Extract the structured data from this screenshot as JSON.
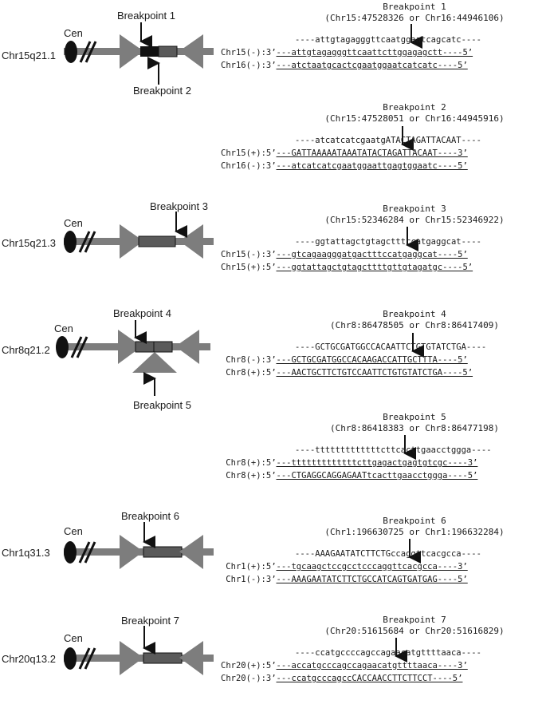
{
  "left_panels": [
    {
      "chromosome": "Chr15q21.1",
      "cen": "Cen",
      "labels": [
        "Breakpoint 1",
        "Breakpoint 2"
      ]
    },
    {
      "chromosome": "Chr15q21.3",
      "cen": "Cen",
      "labels": [
        "Breakpoint 3"
      ]
    },
    {
      "chromosome": "Chr8q21.2",
      "cen": "Cen",
      "labels": [
        "Breakpoint 4",
        "Breakpoint 5"
      ]
    },
    {
      "chromosome": "Chr1q31.3",
      "cen": "Cen",
      "labels": [
        "Breakpoint 6"
      ]
    },
    {
      "chromosome": "Chr20q13.2",
      "cen": "Cen",
      "labels": [
        "Breakpoint 7"
      ]
    }
  ],
  "breakpoints": [
    {
      "title": "Breakpoint 1",
      "coords": "(Chr15:47528326 or Chr16:44946106)",
      "rows": [
        {
          "prefix": "",
          "seq": "----attgtagagggttcaatggaatcagcatc----"
        },
        {
          "prefix": "Chr15(-):3’",
          "seq": "---attgtagagggttcaattcttggagagctt----5’"
        },
        {
          "prefix": "Chr16(-):3’",
          "seq": "---atctaatgcactcgaatggaatcatcatc----5’"
        }
      ]
    },
    {
      "title": "Breakpoint 2",
      "coords": "(Chr15:47528051 or Chr16:44945916)",
      "rows": [
        {
          "prefix": "",
          "seq": "----atcatcatcgaatgATACTAGATTACAAT----"
        },
        {
          "prefix": "Chr15(+):5’",
          "seq": "---GATTAAAAATAAATATACTAGATTACAAT----3’"
        },
        {
          "prefix": "Chr16(-):3’",
          "seq": "---atcatcatcgaatggaattgagtggaatc----5’"
        }
      ]
    },
    {
      "title": "Breakpoint 3",
      "coords": "(Chr15:52346284 or Chr15:52346922)",
      "rows": [
        {
          "prefix": "",
          "seq": "----ggtattagctgtagctttccatgaggcat----"
        },
        {
          "prefix": "Chr15(-):3’",
          "seq": "---gtcagaagggatgactttccatgaggcat----5’"
        },
        {
          "prefix": "Chr15(+):5’",
          "seq": "---ggtattagctgtagcttttgttgtagatgc----5’"
        }
      ]
    },
    {
      "title": "Breakpoint 4",
      "coords": "(Chr8:86478505 or Chr8:86417409)",
      "rows": [
        {
          "prefix": "",
          "seq": "----GCTGCGATGGCCACAATTCTGTGTATCTGA----"
        },
        {
          "prefix": "Chr8(-):3’",
          "seq": "---GCTGCGATGGCCACAAGACCATTGCTTTA----5’"
        },
        {
          "prefix": "Chr8(+):5’",
          "seq": "---AACTGCTTCTGTCCAATTCTGTGTATCTGA----5’"
        }
      ]
    },
    {
      "title": "Breakpoint 5",
      "coords": "(Chr8:86418383 or Chr8:86477198)",
      "rows": [
        {
          "prefix": "",
          "seq": "----tttttttttttttcttcacttgaacctggga----"
        },
        {
          "prefix": "Chr8(+):5’",
          "seq": "---tttttttttttttcttgagactgagtgtcgc----3’"
        },
        {
          "prefix": "Chr8(+):5’",
          "seq": "---CTGAGGCAGGAGAATtcacttgaacctggga----5’"
        }
      ]
    },
    {
      "title": "Breakpoint 6",
      "coords": "(Chr1:196630725 or Chr1:196632284)",
      "rows": [
        {
          "prefix": "",
          "seq": "----AAAGAATATCTTCTGccaggttcacgcca----"
        },
        {
          "prefix": "Chr1(+):5’",
          "seq": "---tgcaagctccgcctcccaggttcacgcca----3’"
        },
        {
          "prefix": "Chr1(-):3’",
          "seq": "---AAAGAATATCTTCTGCCATCAGTGATGAG----5’"
        }
      ]
    },
    {
      "title": "Breakpoint 7",
      "coords": "(Chr20:51615684 or Chr20:51616829)",
      "rows": [
        {
          "prefix": "",
          "seq": "----ccatgccccagccagaacatgttttaaca----"
        },
        {
          "prefix": "Chr20(+):5’",
          "seq": "---accatgcccagccagaacatgttttaaca----3’"
        },
        {
          "prefix": "Chr20(-):3’",
          "seq": "---ccatgcccagccCACCAACCTTCTTCCT----5’"
        }
      ]
    }
  ]
}
